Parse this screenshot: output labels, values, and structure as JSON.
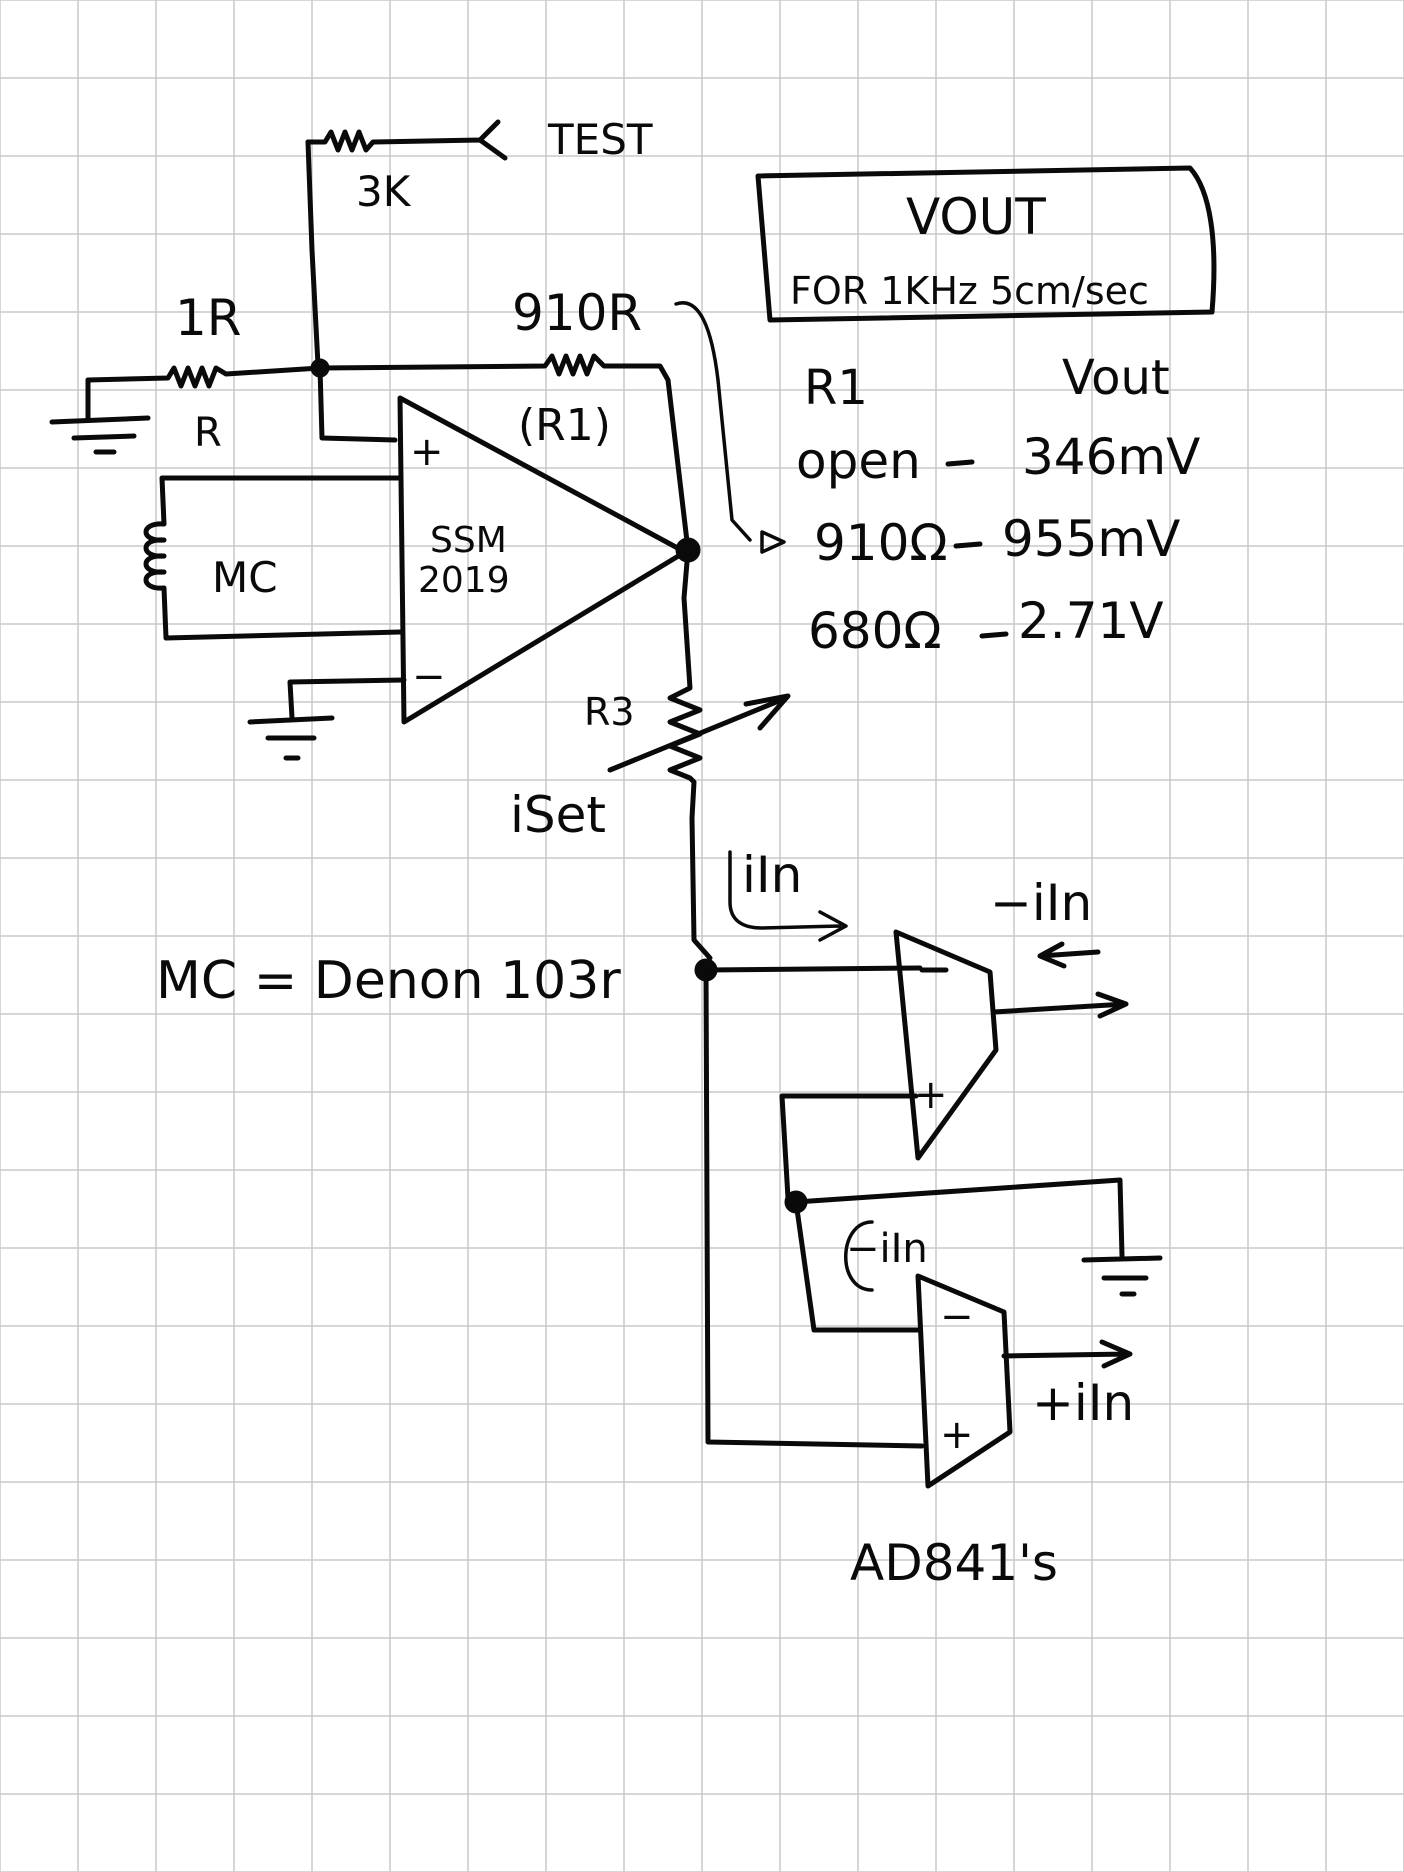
{
  "labels": {
    "test": "TEST",
    "r_3k": "3K",
    "r_1r": "1R",
    "r_label": "R",
    "r_910": "910R",
    "r1_paren": "(R1)",
    "amp_line1": "SSM",
    "amp_line2": "2019",
    "plus": "+",
    "minus": "−",
    "mc": "MC",
    "r3": "R3",
    "iset": "iSet",
    "iin_top": "iIn",
    "neg_iin": "−iIn",
    "neg_iin_2": "−iIn",
    "pos_iin": "+iIn",
    "mc_note": "MC = Denon 103r",
    "ad841": "AD841's"
  },
  "vout_box": {
    "title": "VOUT",
    "subtitle": "FOR 1KHz 5cm/sec"
  },
  "table": {
    "headers": [
      "R1",
      "Vout"
    ],
    "rows": [
      {
        "r1": "open",
        "vout": "346mV"
      },
      {
        "r1": "910Ω",
        "vout": "955mV"
      },
      {
        "r1": "680Ω",
        "vout": "2.71V"
      }
    ]
  },
  "colors": {
    "ink": "#0a0a0a",
    "grid": "#c9c9c9",
    "paper": "#ffffff"
  }
}
